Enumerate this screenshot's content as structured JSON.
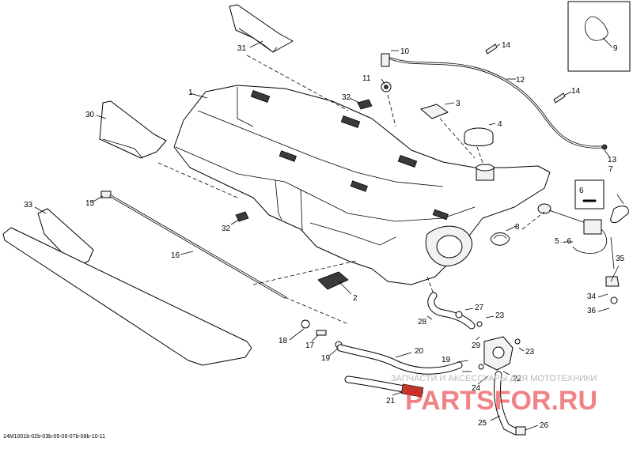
{
  "diagram": {
    "callouts": [
      "1",
      "2",
      "3",
      "4",
      "5",
      "6",
      "7",
      "8",
      "9",
      "10",
      "11",
      "12",
      "13",
      "14",
      "14",
      "15",
      "16",
      "17",
      "18",
      "19",
      "19",
      "20",
      "21",
      "22",
      "23",
      "23",
      "24",
      "25",
      "26",
      "27",
      "28",
      "29",
      "30",
      "31",
      "32",
      "32",
      "33",
      "34",
      "35",
      "36"
    ],
    "arrow_label": "5→6",
    "box_label": "6",
    "watermark": {
      "text": "ЗАПЧАСТИ И АКСЕССУАРЫ ДЛЯ МОТОТЕХНИКИ",
      "brand": "PARTSFOR.RU",
      "brand_color": "#e31e24"
    },
    "footer_code": "14M1001b-02b-03b-05-06-07b-08b-10-11"
  }
}
